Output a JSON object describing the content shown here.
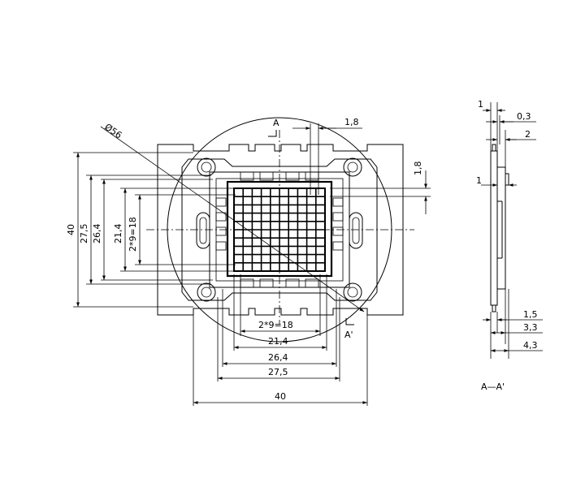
{
  "front_view": {
    "diameter": "Ø56",
    "section_mark_top": "A",
    "section_mark_bottom": "A'",
    "top_dim": "1,8",
    "right_dim": "1,8",
    "vertical_dims": [
      "40",
      "27,5",
      "26,4",
      "21,4",
      "2*9=18"
    ],
    "horizontal_dims": [
      "2*9=18",
      "21,4",
      "26,4",
      "27,5",
      "40"
    ]
  },
  "side_view": {
    "dims": [
      "1",
      "0,3",
      "2",
      "1",
      "1,5",
      "3,3",
      "4,3"
    ],
    "caption": "A—A'"
  }
}
